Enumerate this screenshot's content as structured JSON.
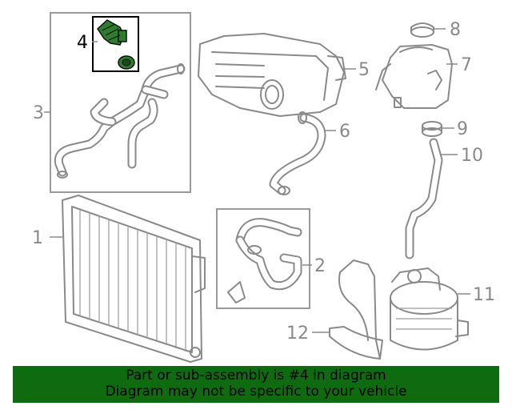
{
  "callouts": {
    "c1": "1",
    "c2": "2",
    "c3": "3",
    "c4": "4",
    "c5": "5",
    "c6": "6",
    "c7": "7",
    "c8": "8",
    "c9": "9",
    "c10": "10",
    "c11": "11",
    "c12": "12"
  },
  "banner": {
    "line1": "Part or sub-assembly is #4 in diagram",
    "line2": "Diagram may not be specific to your vehicle"
  },
  "colors": {
    "highlight_part": "#2e7d2e",
    "banner_bg": "#0f6b0f",
    "line_gray": "#8a8a8a"
  }
}
